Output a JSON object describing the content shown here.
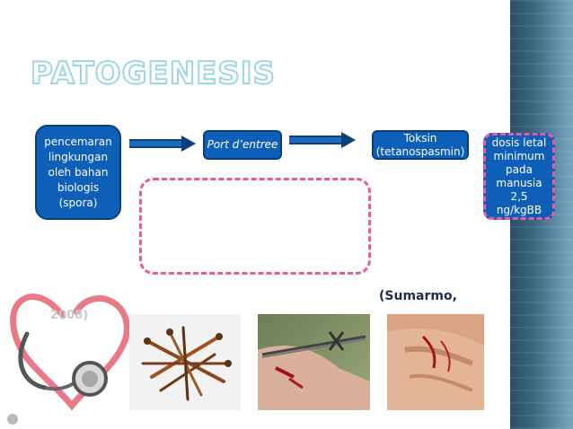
{
  "slide": {
    "title": "PATOGENESIS",
    "nodes": {
      "source": "pencemaran lingkungan oleh bahan biologis (spora)",
      "port": "Port d’entree",
      "toxin": "Toksin (tetanospasmin)",
      "dose": "dosis letal minimum pada manusia 2,5 ng/kgBB"
    },
    "citation_part1": "(Sumarmo,",
    "citation_part2": "2008)"
  },
  "colors": {
    "node_fill": "#0d5fb8",
    "node_text": "#ffffff",
    "dash_accent": "#e85a9b",
    "title_outline": "#9dd6e8",
    "side_panel": "#3d6a83"
  },
  "images": [
    {
      "name": "rusty-nails-photo"
    },
    {
      "name": "barbed-wire-wound-photo"
    },
    {
      "name": "hand-wound-photo"
    },
    {
      "name": "stethoscope-heart-illustration"
    }
  ]
}
